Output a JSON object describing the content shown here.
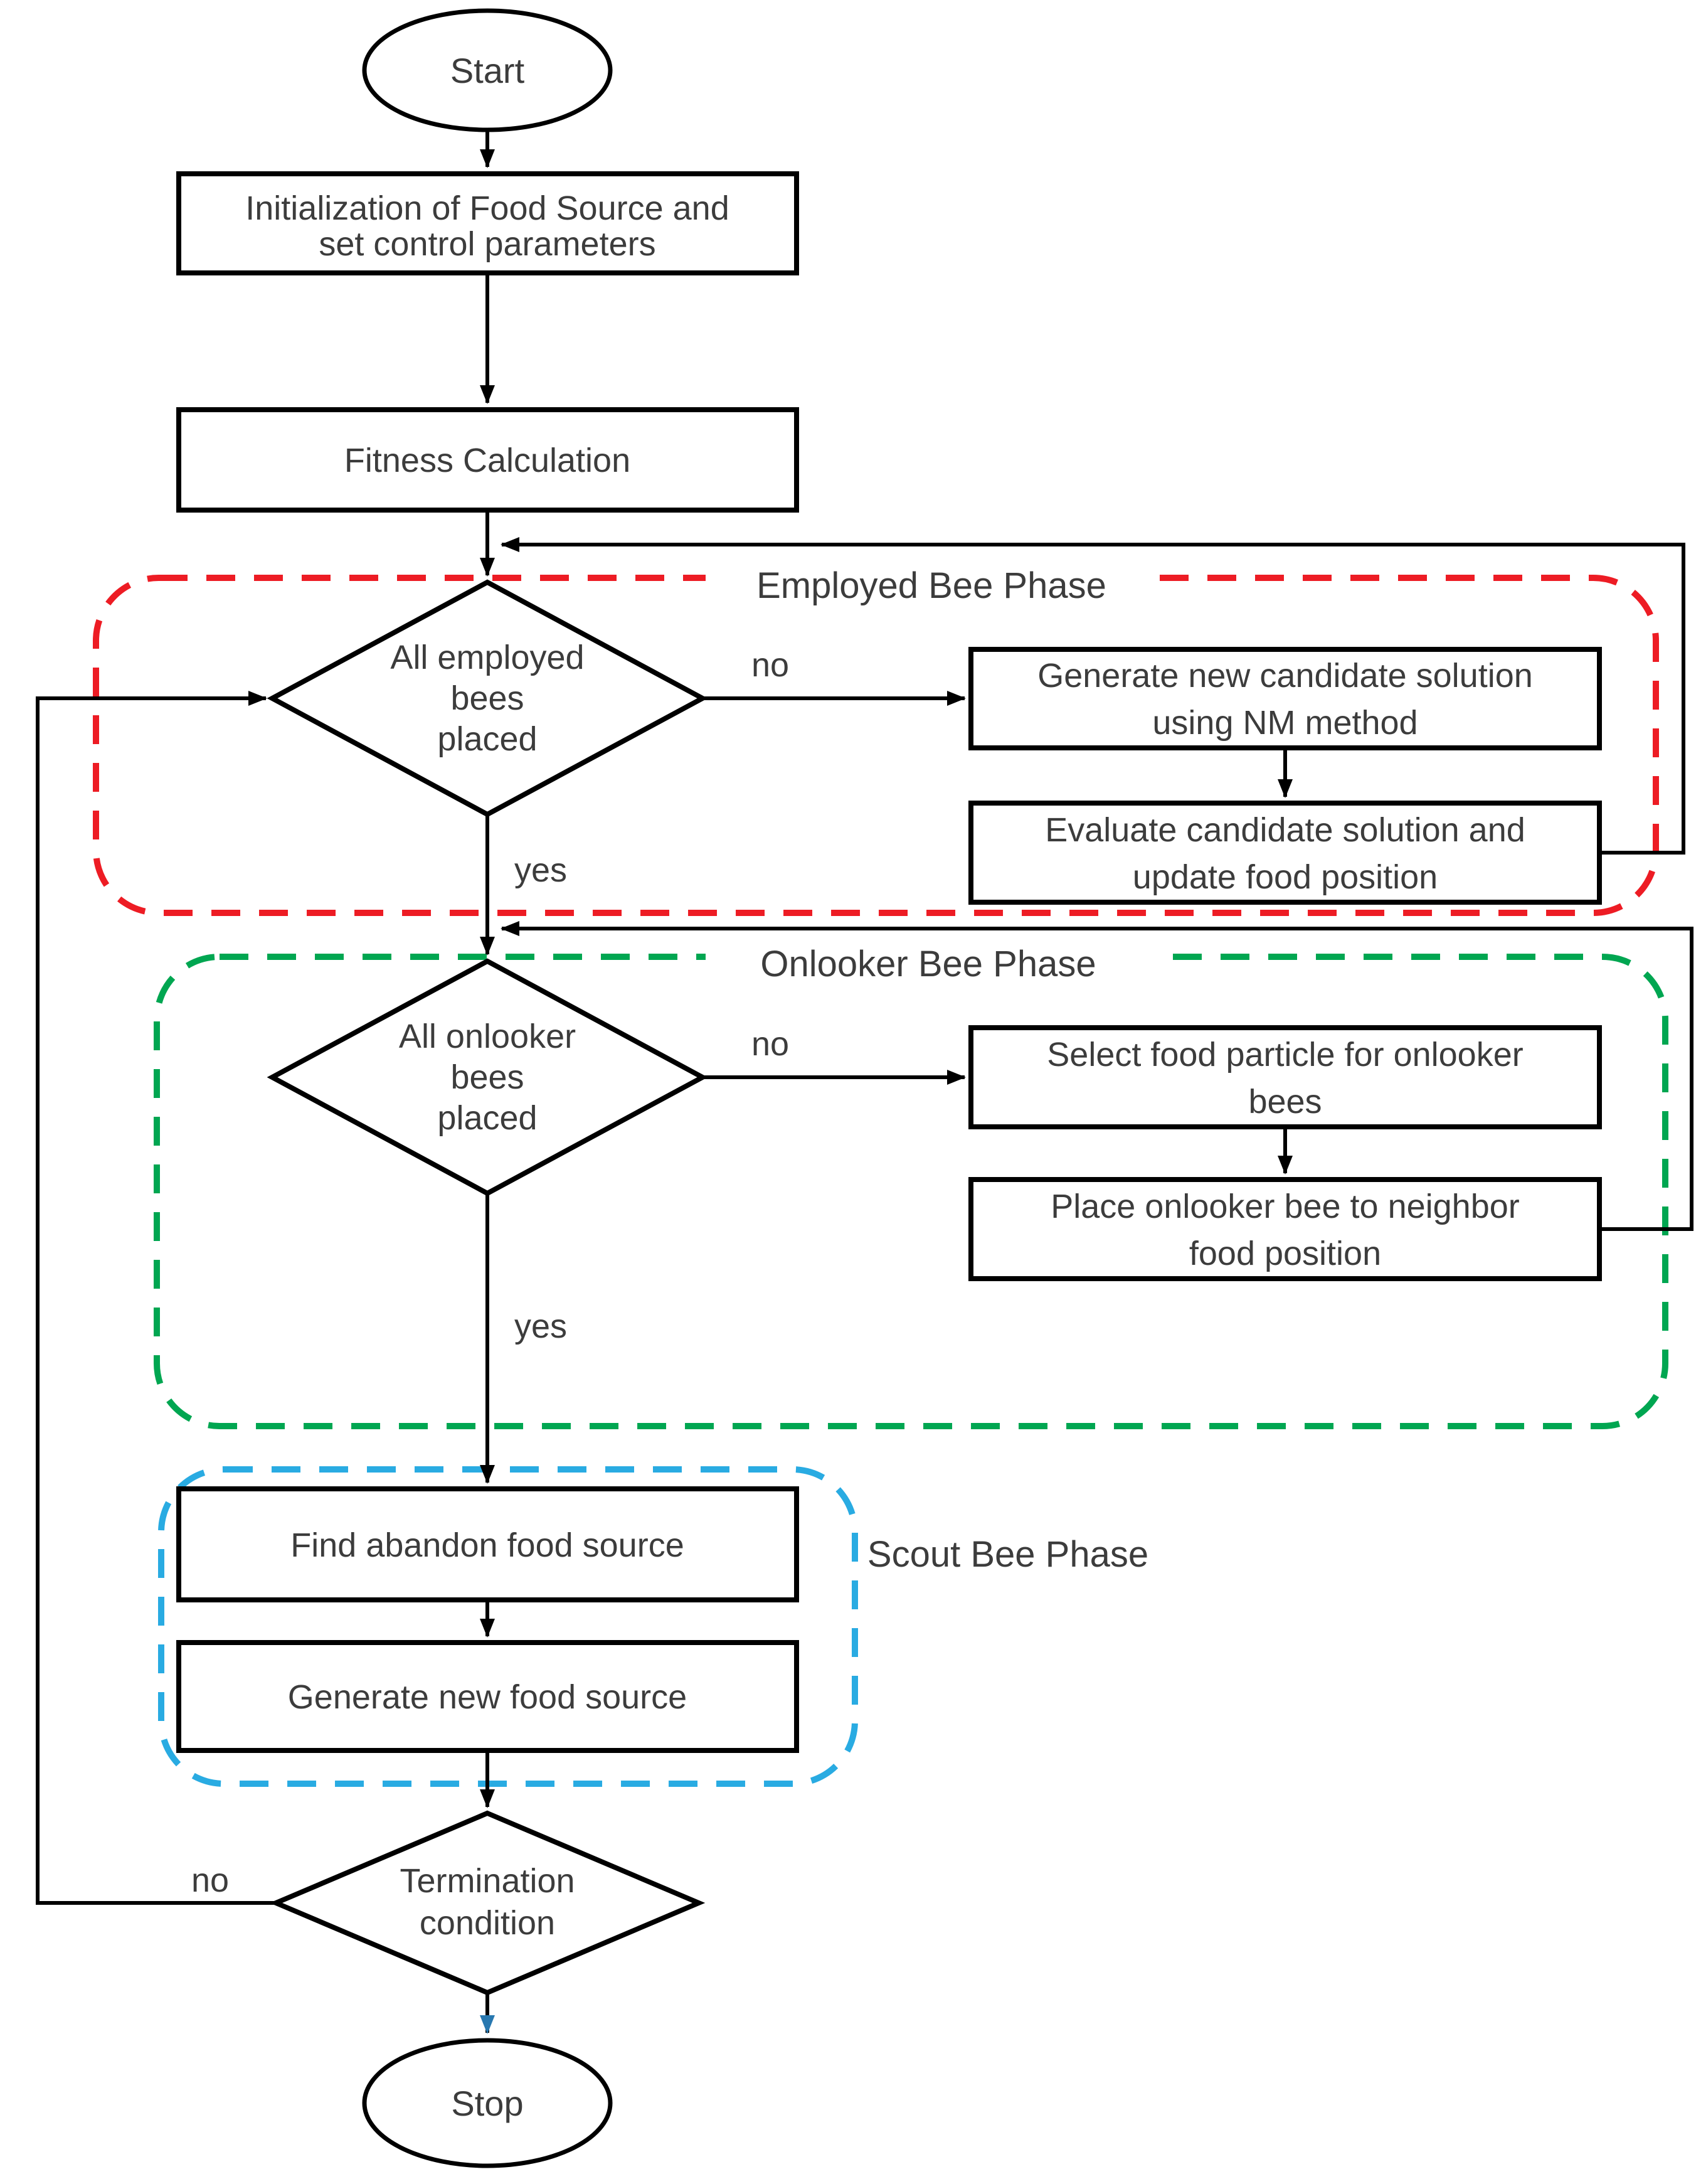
{
  "flowchart": {
    "nodes": {
      "start": {
        "label": "Start"
      },
      "init": {
        "line1": "Initialization of Food Source and",
        "line2": "set control parameters"
      },
      "fitness": {
        "label": "Fitness Calculation"
      },
      "employed_decision": {
        "line1": "All employed",
        "line2": "bees",
        "line3": "placed"
      },
      "generate_nm": {
        "line1": "Generate new candidate solution",
        "line2": "using NM method"
      },
      "evaluate": {
        "line1": "Evaluate candidate solution and",
        "line2": "update food position"
      },
      "onlooker_decision": {
        "line1": "All onlooker",
        "line2": "bees",
        "line3": "placed"
      },
      "select_food": {
        "line1": "Select food particle for onlooker",
        "line2": "bees"
      },
      "place_onlooker": {
        "line1": "Place onlooker bee to neighbor",
        "line2": "food position"
      },
      "find_abandon": {
        "label": "Find abandon food source"
      },
      "generate_food": {
        "label": "Generate new food source"
      },
      "termination": {
        "line1": "Termination",
        "line2": "condition"
      },
      "stop": {
        "label": "Stop"
      }
    },
    "phases": {
      "employed": {
        "label": "Employed Bee Phase",
        "color": "#ED1C24"
      },
      "onlooker": {
        "label": "Onlooker Bee Phase",
        "color": "#00A651"
      },
      "scout": {
        "label": "Scout Bee Phase",
        "color": "#29ABE2"
      }
    },
    "edges": {
      "no1": "no",
      "yes1": "yes",
      "no2": "no",
      "yes2": "yes",
      "no3": "no"
    },
    "colors": {
      "line": "#000000",
      "text": "#3C3C3C",
      "stop_arrow": "#2878B0"
    }
  }
}
